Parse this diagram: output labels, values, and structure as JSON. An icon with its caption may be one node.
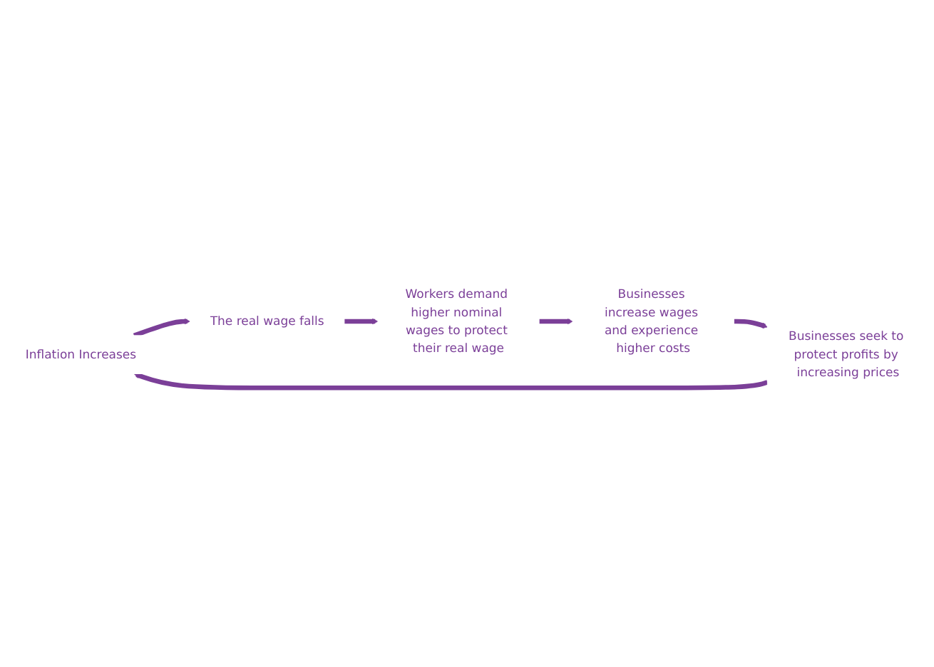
{
  "diagram": {
    "nodes": [
      {
        "text": [
          "Inflation Increases"
        ]
      },
      {
        "text": [
          "The real wage falls"
        ]
      },
      {
        "text": [
          "Workers demand higher nominal wages to protect their real wage"
        ]
      },
      {
        "text": [
          "Businesses increase wages and experience higher costs"
        ]
      },
      {
        "text": [
          "Businesses seek to protect profits by increasing prices"
        ]
      }
    ],
    "edges": [
      {
        "from": 0,
        "to": 1,
        "arrow": "to"
      },
      {
        "from": 1,
        "to": 2,
        "arrow": "to"
      },
      {
        "from": 2,
        "to": 3,
        "arrow": "to"
      },
      {
        "from": 3,
        "to": 4,
        "arrow": "to"
      },
      {
        "from": 4,
        "to": 0,
        "arrow": "to"
      }
    ]
  }
}
